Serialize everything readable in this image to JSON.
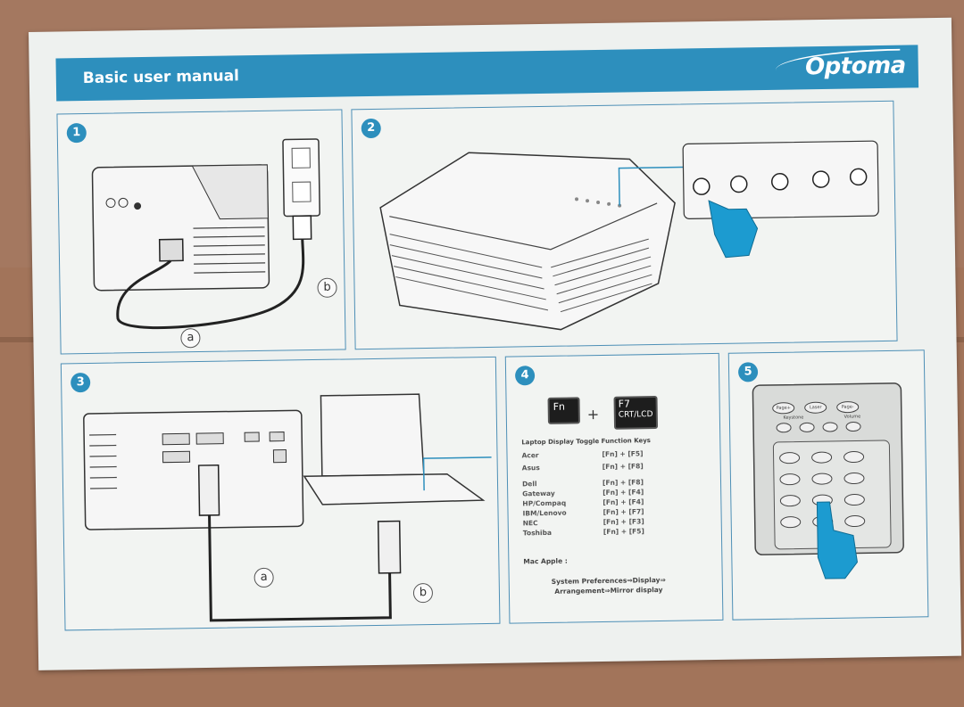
{
  "header": {
    "title": "Basic user manual",
    "brand": "Optoma"
  },
  "steps": [
    "1",
    "2",
    "3",
    "4",
    "5"
  ],
  "step1": {
    "label_a": "a",
    "label_b": "b"
  },
  "step3": {
    "label_a": "a",
    "label_b": "b"
  },
  "step4": {
    "key_fn": "Fn",
    "plus": "+",
    "key_f7_top": "F7",
    "key_f7_bottom": "CRT/LCD",
    "table_title": "Laptop Display Toggle Function Keys",
    "rows": [
      {
        "brand": "Acer",
        "keys": "[Fn] + [F5]"
      },
      {
        "brand": "Asus",
        "keys": "[Fn] + [F8]"
      },
      {
        "brand": "Dell",
        "keys": "[Fn] + [F8]"
      },
      {
        "brand": "Gateway",
        "keys": "[Fn] + [F4]"
      },
      {
        "brand": "HP/Compaq",
        "keys": "[Fn] + [F4]"
      },
      {
        "brand": "IBM/Lenovo",
        "keys": "[Fn] + [F7]"
      },
      {
        "brand": "NEC",
        "keys": "[Fn] + [F3]"
      },
      {
        "brand": "Toshiba",
        "keys": "[Fn] + [F5]"
      }
    ],
    "mac_label": "Mac Apple :",
    "mac_line1": "System Preferences⇒Display⇒",
    "mac_line2": "Arrangement⇒Mirror display"
  },
  "step5": {
    "remote_buttons": [
      "Page+",
      "Laser",
      "Page-",
      "Keystone",
      "Volume"
    ]
  },
  "colors": {
    "accent": "#2d8fbd",
    "hand": "#1c9bd0",
    "paper": "#eef1ef",
    "line": "#333333"
  }
}
